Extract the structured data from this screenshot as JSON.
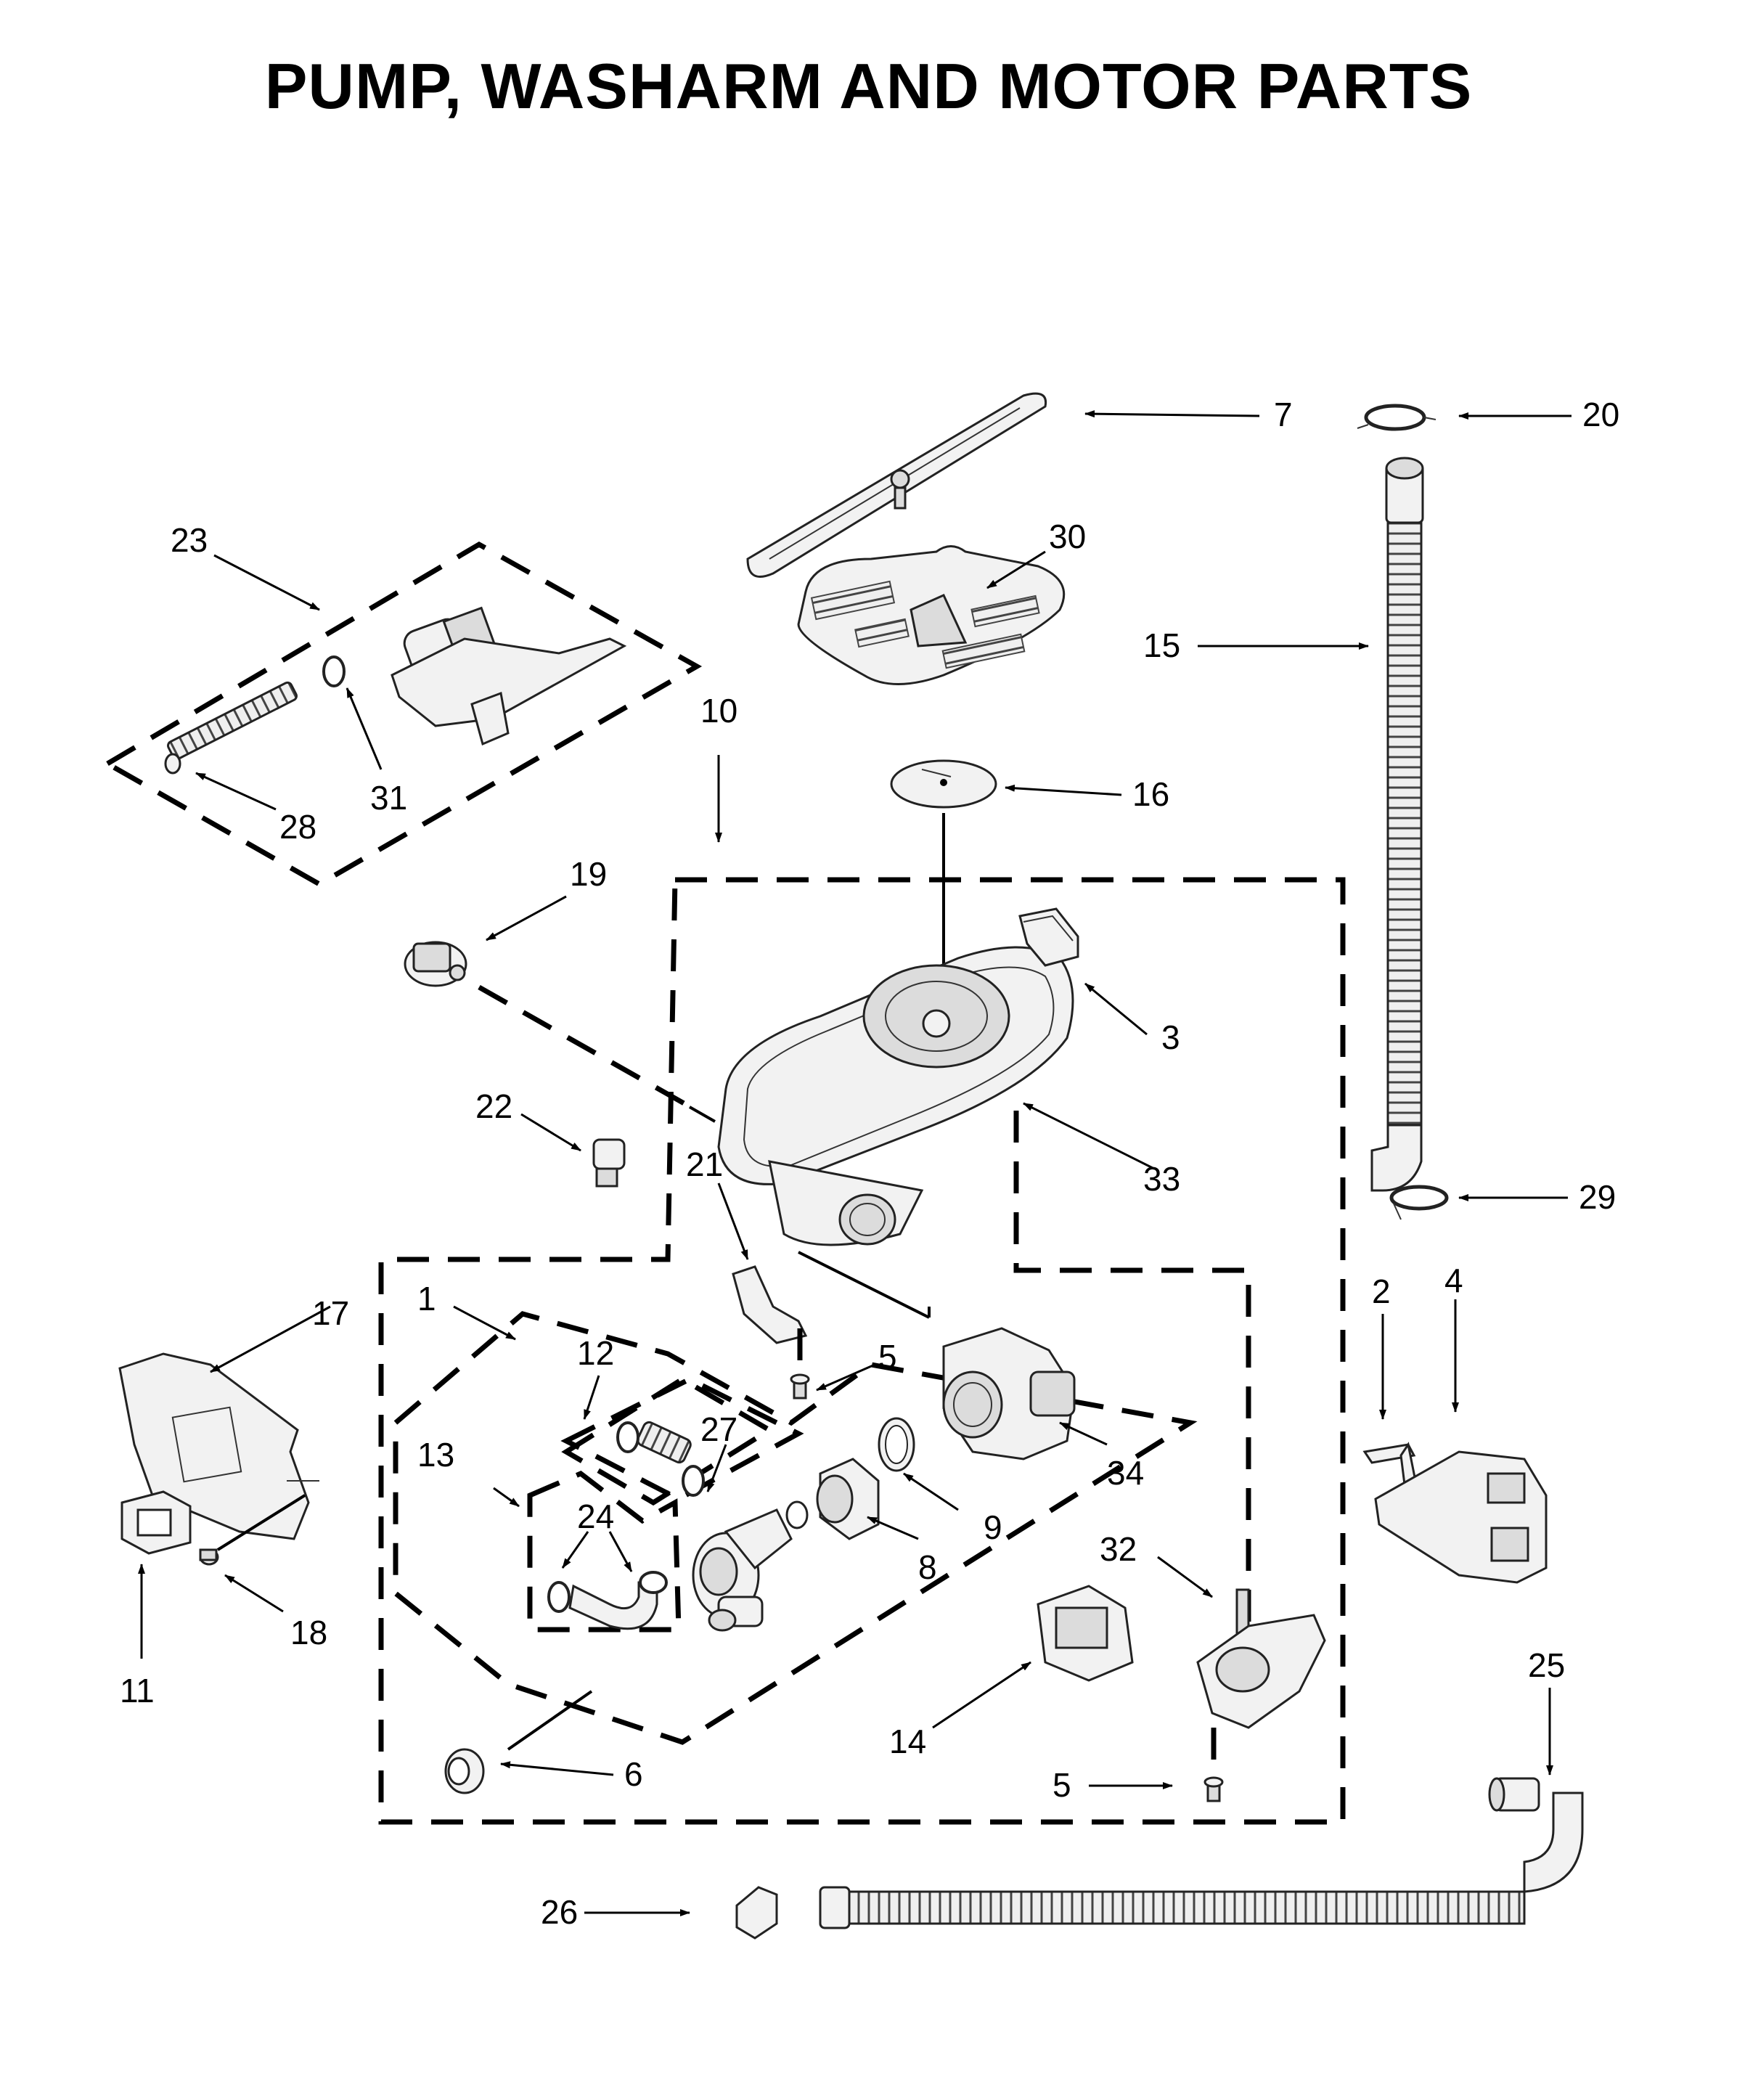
{
  "title": "PUMP, WASHARM AND MOTOR PARTS",
  "callouts": {
    "c1": "1",
    "c2": "2",
    "c3": "3",
    "c4": "4",
    "c5a": "5",
    "c5b": "5",
    "c6": "6",
    "c7": "7",
    "c8": "8",
    "c9": "9",
    "c10": "10",
    "c11": "11",
    "c12": "12",
    "c13": "13",
    "c14": "14",
    "c15": "15",
    "c16": "16",
    "c17": "17",
    "c18": "18",
    "c19": "19",
    "c20": "20",
    "c21": "21",
    "c22": "22",
    "c23": "23",
    "c24": "24",
    "c25": "25",
    "c26": "26",
    "c27": "27",
    "c28": "28",
    "c29": "29",
    "c30": "30",
    "c31": "31",
    "c32": "32",
    "c33": "33",
    "c34": "34"
  }
}
